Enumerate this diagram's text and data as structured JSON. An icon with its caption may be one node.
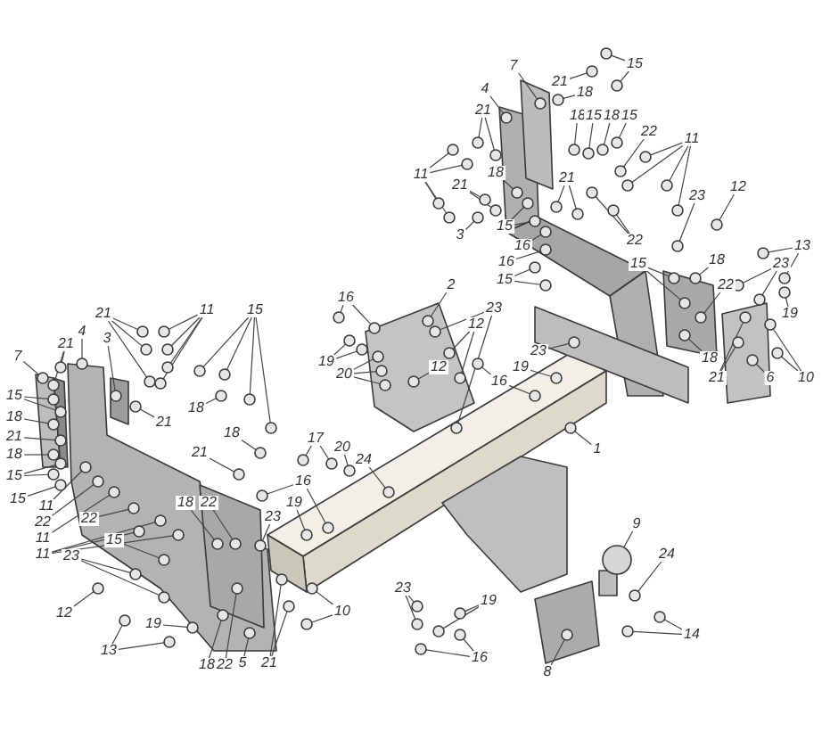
{
  "diagram": {
    "nodes": [
      {
        "text": [
          "7"
        ]
      },
      {
        "text": [
          "21"
        ]
      },
      {
        "text": [
          "21"
        ]
      },
      {
        "text": [
          "4"
        ]
      },
      {
        "text": [
          "3"
        ]
      },
      {
        "text": [
          "11"
        ]
      },
      {
        "text": [
          "15"
        ]
      },
      {
        "text": [
          "15"
        ]
      },
      {
        "text": [
          "18"
        ]
      },
      {
        "text": [
          "21"
        ]
      },
      {
        "text": [
          "18"
        ]
      },
      {
        "text": [
          "18"
        ]
      },
      {
        "text": [
          "21"
        ]
      },
      {
        "text": [
          "18"
        ]
      },
      {
        "text": [
          "21"
        ]
      },
      {
        "text": [
          "15"
        ]
      },
      {
        "text": [
          "15"
        ]
      },
      {
        "text": [
          "11"
        ]
      },
      {
        "text": [
          "22"
        ]
      },
      {
        "text": [
          "11"
        ]
      },
      {
        "text": [
          "22"
        ]
      },
      {
        "text": [
          "11"
        ]
      },
      {
        "text": [
          "18"
        ]
      },
      {
        "text": [
          "22"
        ]
      },
      {
        "text": [
          "16"
        ]
      },
      {
        "text": [
          "19"
        ]
      },
      {
        "text": [
          "23"
        ]
      },
      {
        "text": [
          "15"
        ]
      },
      {
        "text": [
          "23"
        ]
      },
      {
        "text": [
          "12"
        ]
      },
      {
        "text": [
          "19"
        ]
      },
      {
        "text": [
          "13"
        ]
      },
      {
        "text": [
          "18"
        ]
      },
      {
        "text": [
          "22"
        ]
      },
      {
        "text": [
          "5"
        ]
      },
      {
        "text": [
          "21"
        ]
      },
      {
        "text": [
          "10"
        ]
      },
      {
        "text": [
          "16"
        ]
      },
      {
        "text": [
          "19"
        ]
      },
      {
        "text": [
          "20"
        ]
      },
      {
        "text": [
          "2"
        ]
      },
      {
        "text": [
          "23"
        ]
      },
      {
        "text": [
          "12"
        ]
      },
      {
        "text": [
          "12"
        ]
      },
      {
        "text": [
          "17"
        ]
      },
      {
        "text": [
          "20"
        ]
      },
      {
        "text": [
          "24"
        ]
      },
      {
        "text": [
          "16"
        ]
      },
      {
        "text": [
          "19"
        ]
      },
      {
        "text": [
          "23"
        ]
      },
      {
        "text": [
          "1"
        ]
      },
      {
        "text": [
          "23"
        ]
      },
      {
        "text": [
          "19"
        ]
      },
      {
        "text": [
          "16"
        ]
      },
      {
        "text": [
          "9"
        ]
      },
      {
        "text": [
          "24"
        ]
      },
      {
        "text": [
          "14"
        ]
      },
      {
        "text": [
          "8"
        ]
      },
      {
        "text": [
          "7"
        ]
      },
      {
        "text": [
          "21"
        ]
      },
      {
        "text": [
          "18"
        ]
      },
      {
        "text": [
          "15"
        ]
      },
      {
        "text": [
          "4"
        ]
      },
      {
        "text": [
          "21"
        ]
      },
      {
        "text": [
          "11"
        ]
      },
      {
        "text": [
          "18"
        ]
      },
      {
        "text": [
          "15"
        ]
      },
      {
        "text": [
          "18"
        ]
      },
      {
        "text": [
          "15"
        ]
      },
      {
        "text": [
          "22"
        ]
      },
      {
        "text": [
          "11"
        ]
      },
      {
        "text": [
          "18"
        ]
      },
      {
        "text": [
          "21"
        ]
      },
      {
        "text": [
          "3"
        ]
      },
      {
        "text": [
          "21"
        ]
      },
      {
        "text": [
          "15"
        ]
      },
      {
        "text": [
          "16"
        ]
      },
      {
        "text": [
          "16"
        ]
      },
      {
        "text": [
          "15"
        ]
      },
      {
        "text": [
          "22"
        ]
      },
      {
        "text": [
          "23"
        ]
      },
      {
        "text": [
          "12"
        ]
      },
      {
        "text": [
          "13"
        ]
      },
      {
        "text": [
          "23"
        ]
      },
      {
        "text": [
          "19"
        ]
      },
      {
        "text": [
          "18"
        ]
      },
      {
        "text": [
          "15"
        ]
      },
      {
        "text": [
          "22"
        ]
      },
      {
        "text": [
          "18"
        ]
      },
      {
        "text": [
          "21"
        ]
      },
      {
        "text": [
          "6"
        ]
      },
      {
        "text": [
          "10"
        ]
      },
      {
        "text": [],
        "shape": "circle"
      },
      {
        "text": [],
        "shape": "circle"
      },
      {
        "text": [],
        "shape": "circle"
      },
      {
        "text": [],
        "shape": "circle"
      },
      {
        "text": [],
        "shape": "circle"
      },
      {
        "text": [],
        "shape": "circle"
      },
      {
        "text": [],
        "shape": "circle"
      },
      {
        "text": [],
        "shape": "circle"
      },
      {
        "text": [],
        "shape": "circle"
      },
      {
        "text": [],
        "shape": "circle"
      },
      {
        "text": [],
        "shape": "circle"
      },
      {
        "text": [],
        "shape": "circle"
      },
      {
        "text": [],
        "shape": "circle"
      },
      {
        "text": [],
        "shape": "circle"
      },
      {
        "text": [],
        "shape": "circle"
      },
      {
        "text": [],
        "shape": "circle"
      },
      {
        "text": [],
        "shape": "circle"
      },
      {
        "text": [],
        "shape": "circle"
      },
      {
        "text": [],
        "shape": "circle"
      },
      {
        "text": [],
        "shape": "circle"
      },
      {
        "text": [],
        "shape": "circle"
      },
      {
        "text": [],
        "shape": "circle"
      },
      {
        "text": [],
        "shape": "circle"
      },
      {
        "text": [],
        "shape": "circle"
      },
      {
        "text": [],
        "shape": "circle"
      },
      {
        "text": [],
        "shape": "circle"
      },
      {
        "text": [],
        "shape": "circle"
      },
      {
        "text": [],
        "shape": "circle"
      },
      {
        "text": [],
        "shape": "circle"
      },
      {
        "text": [],
        "shape": "circle"
      },
      {
        "text": [],
        "shape": "circle"
      },
      {
        "text": [],
        "shape": "circle"
      },
      {
        "text": [],
        "shape": "circle"
      },
      {
        "text": [],
        "shape": "circle"
      },
      {
        "text": [],
        "shape": "circle"
      },
      {
        "text": [],
        "shape": "circle"
      },
      {
        "text": [],
        "shape": "circle"
      },
      {
        "text": [],
        "shape": "circle"
      },
      {
        "text": [],
        "shape": "circle"
      },
      {
        "text": [],
        "shape": "circle"
      },
      {
        "text": [],
        "shape": "circle"
      },
      {
        "text": [],
        "shape": "circle"
      },
      {
        "text": [],
        "shape": "circle"
      },
      {
        "text": [],
        "shape": "circle"
      },
      {
        "text": [],
        "shape": "circle"
      },
      {
        "text": [],
        "shape": "circle"
      },
      {
        "text": [],
        "shape": "circle"
      },
      {
        "text": [],
        "shape": "circle"
      },
      {
        "text": [],
        "shape": "circle"
      },
      {
        "text": [],
        "shape": "circle"
      },
      {
        "text": [],
        "shape": "circle"
      },
      {
        "text": [],
        "shape": "circle"
      },
      {
        "text": [],
        "shape": "circle"
      },
      {
        "text": [],
        "shape": "circle"
      },
      {
        "text": [],
        "shape": "circle"
      },
      {
        "text": [],
        "shape": "circle"
      },
      {
        "text": [],
        "shape": "circle"
      },
      {
        "text": [],
        "shape": "circle"
      },
      {
        "text": [],
        "shape": "circle"
      },
      {
        "text": [],
        "shape": "circle"
      },
      {
        "text": [],
        "shape": "circle"
      },
      {
        "text": [],
        "shape": "circle"
      },
      {
        "text": [],
        "shape": "circle"
      },
      {
        "text": [],
        "shape": "circle"
      },
      {
        "text": [],
        "shape": "circle"
      },
      {
        "text": [],
        "shape": "circle"
      },
      {
        "text": [],
        "shape": "circle"
      },
      {
        "text": [],
        "shape": "circle"
      },
      {
        "text": [],
        "shape": "circle"
      },
      {
        "text": [],
        "shape": "circle"
      },
      {
        "text": [],
        "shape": "circle"
      },
      {
        "text": [],
        "shape": "circle"
      },
      {
        "text": [],
        "shape": "circle"
      },
      {
        "text": [],
        "shape": "circle"
      },
      {
        "text": [],
        "shape": "circle"
      },
      {
        "text": [],
        "shape": "circle"
      },
      {
        "text": [],
        "shape": "circle"
      },
      {
        "text": [],
        "shape": "circle"
      },
      {
        "text": [],
        "shape": "circle"
      },
      {
        "text": [],
        "shape": "circle"
      },
      {
        "text": [],
        "shape": "circle"
      },
      {
        "text": [],
        "shape": "circle"
      },
      {
        "text": [],
        "shape": "circle"
      },
      {
        "text": [],
        "shape": "circle"
      },
      {
        "text": [],
        "shape": "circle"
      },
      {
        "text": [],
        "shape": "circle"
      },
      {
        "text": [],
        "shape": "circle"
      },
      {
        "text": [],
        "shape": "circle"
      },
      {
        "text": [],
        "shape": "circle"
      },
      {
        "text": [],
        "shape": "circle"
      },
      {
        "text": [],
        "shape": "circle"
      },
      {
        "text": [],
        "shape": "circle"
      },
      {
        "text": [],
        "shape": "circle"
      },
      {
        "text": [],
        "shape": "circle"
      },
      {
        "text": [],
        "shape": "circle"
      },
      {
        "text": [],
        "shape": "circle"
      },
      {
        "text": [],
        "shape": "circle"
      },
      {
        "text": [],
        "shape": "circle"
      },
      {
        "text": [],
        "shape": "circle"
      },
      {
        "text": [],
        "shape": "circle"
      },
      {
        "text": [],
        "shape": "circle"
      },
      {
        "text": [],
        "shape": "circle"
      },
      {
        "text": [],
        "shape": "circle"
      },
      {
        "text": [],
        "shape": "circle"
      },
      {
        "text": [],
        "shape": "circle"
      },
      {
        "text": [],
        "shape": "circle"
      },
      {
        "text": [],
        "shape": "circle"
      },
      {
        "text": [],
        "shape": "circle"
      },
      {
        "text": [],
        "shape": "circle"
      },
      {
        "text": [],
        "shape": "circle"
      },
      {
        "text": [],
        "shape": "circle"
      },
      {
        "text": [],
        "shape": "circle"
      },
      {
        "text": [],
        "shape": "circle"
      },
      {
        "text": [],
        "shape": "circle"
      },
      {
        "text": [],
        "shape": "circle"
      },
      {
        "text": [],
        "shape": "circle"
      },
      {
        "text": [],
        "shape": "circle"
      },
      {
        "text": [],
        "shape": "circle"
      },
      {
        "text": [],
        "shape": "circle"
      },
      {
        "text": [],
        "shape": "circle"
      },
      {
        "text": [],
        "shape": "circle"
      },
      {
        "text": [],
        "shape": "circle"
      },
      {
        "text": [],
        "shape": "circle"
      },
      {
        "text": [],
        "shape": "circle"
      },
      {
        "text": [],
        "shape": "circle"
      },
      {
        "text": [],
        "shape": "circle"
      },
      {
        "text": [],
        "shape": "circle"
      },
      {
        "text": [],
        "shape": "circle"
      },
      {
        "text": [],
        "shape": "circle"
      },
      {
        "text": [],
        "shape": "circle"
      },
      {
        "text": [],
        "shape": "circle"
      },
      {
        "text": [],
        "shape": "circle"
      },
      {
        "text": [],
        "shape": "circle"
      },
      {
        "text": [],
        "shape": "circle"
      },
      {
        "text": [],
        "shape": "circle"
      },
      {
        "text": [],
        "shape": "circle"
      },
      {
        "text": [],
        "shape": "circle"
      },
      {
        "text": [],
        "shape": "circle"
      },
      {
        "text": [],
        "shape": "circle"
      },
      {
        "text": [],
        "shape": "circle"
      }
    ],
    "edges": [
      {
        "from": 0,
        "to": 92,
        "arrow": "none"
      },
      {
        "from": 1,
        "to": 93,
        "arrow": "none"
      },
      {
        "from": 1,
        "to": 94,
        "arrow": "none"
      },
      {
        "from": 2,
        "to": 95,
        "arrow": "none"
      },
      {
        "from": 2,
        "to": 96,
        "arrow": "none"
      },
      {
        "from": 2,
        "to": 97,
        "arrow": "none"
      },
      {
        "from": 3,
        "to": 98,
        "arrow": "none"
      },
      {
        "from": 4,
        "to": 99,
        "arrow": "none"
      },
      {
        "from": 5,
        "to": 100,
        "arrow": "none"
      },
      {
        "from": 5,
        "to": 101,
        "arrow": "none"
      },
      {
        "from": 5,
        "to": 102,
        "arrow": "none"
      },
      {
        "from": 5,
        "to": 103,
        "arrow": "none"
      },
      {
        "from": 6,
        "to": 104,
        "arrow": "none"
      },
      {
        "from": 6,
        "to": 105,
        "arrow": "none"
      },
      {
        "from": 6,
        "to": 106,
        "arrow": "none"
      },
      {
        "from": 6,
        "to": 107,
        "arrow": "none"
      },
      {
        "from": 7,
        "to": 108,
        "arrow": "none"
      },
      {
        "from": 7,
        "to": 109,
        "arrow": "none"
      },
      {
        "from": 8,
        "to": 110,
        "arrow": "none"
      },
      {
        "from": 9,
        "to": 111,
        "arrow": "none"
      },
      {
        "from": 10,
        "to": 112,
        "arrow": "none"
      },
      {
        "from": 11,
        "to": 113,
        "arrow": "none"
      },
      {
        "from": 12,
        "to": 114,
        "arrow": "none"
      },
      {
        "from": 13,
        "to": 115,
        "arrow": "none"
      },
      {
        "from": 14,
        "to": 116,
        "arrow": "none"
      },
      {
        "from": 15,
        "to": 117,
        "arrow": "none"
      },
      {
        "from": 15,
        "to": 118,
        "arrow": "none"
      },
      {
        "from": 16,
        "to": 119,
        "arrow": "none"
      },
      {
        "from": 17,
        "to": 120,
        "arrow": "none"
      },
      {
        "from": 18,
        "to": 121,
        "arrow": "none"
      },
      {
        "from": 19,
        "to": 122,
        "arrow": "none"
      },
      {
        "from": 20,
        "to": 123,
        "arrow": "none"
      },
      {
        "from": 21,
        "to": 124,
        "arrow": "none"
      },
      {
        "from": 21,
        "to": 125,
        "arrow": "none"
      },
      {
        "from": 21,
        "to": 126,
        "arrow": "none"
      },
      {
        "from": 22,
        "to": 127,
        "arrow": "none"
      },
      {
        "from": 23,
        "to": 128,
        "arrow": "none"
      },
      {
        "from": 24,
        "to": 129,
        "arrow": "none"
      },
      {
        "from": 24,
        "to": 130,
        "arrow": "none"
      },
      {
        "from": 25,
        "to": 131,
        "arrow": "none"
      },
      {
        "from": 26,
        "to": 132,
        "arrow": "none"
      },
      {
        "from": 27,
        "to": 133,
        "arrow": "none"
      },
      {
        "from": 28,
        "to": 134,
        "arrow": "none"
      },
      {
        "from": 28,
        "to": 135,
        "arrow": "none"
      },
      {
        "from": 29,
        "to": 136,
        "arrow": "none"
      },
      {
        "from": 30,
        "to": 137,
        "arrow": "none"
      },
      {
        "from": 31,
        "to": 138,
        "arrow": "none"
      },
      {
        "from": 31,
        "to": 139,
        "arrow": "none"
      },
      {
        "from": 32,
        "to": 140,
        "arrow": "none"
      },
      {
        "from": 33,
        "to": 141,
        "arrow": "none"
      },
      {
        "from": 34,
        "to": 142,
        "arrow": "none"
      },
      {
        "from": 35,
        "to": 143,
        "arrow": "none"
      },
      {
        "from": 35,
        "to": 144,
        "arrow": "none"
      },
      {
        "from": 36,
        "to": 145,
        "arrow": "none"
      },
      {
        "from": 36,
        "to": 146,
        "arrow": "none"
      },
      {
        "from": 37,
        "to": 147,
        "arrow": "none"
      },
      {
        "from": 37,
        "to": 148,
        "arrow": "none"
      },
      {
        "from": 38,
        "to": 149,
        "arrow": "none"
      },
      {
        "from": 38,
        "to": 150,
        "arrow": "none"
      },
      {
        "from": 39,
        "to": 151,
        "arrow": "none"
      },
      {
        "from": 39,
        "to": 152,
        "arrow": "none"
      },
      {
        "from": 39,
        "to": 153,
        "arrow": "none"
      },
      {
        "from": 40,
        "to": 154,
        "arrow": "none"
      },
      {
        "from": 41,
        "to": 155,
        "arrow": "none"
      },
      {
        "from": 41,
        "to": 156,
        "arrow": "none"
      },
      {
        "from": 42,
        "to": 157,
        "arrow": "none"
      },
      {
        "from": 42,
        "to": 158,
        "arrow": "none"
      },
      {
        "from": 43,
        "to": 159,
        "arrow": "none"
      },
      {
        "from": 44,
        "to": 160,
        "arrow": "none"
      },
      {
        "from": 44,
        "to": 161,
        "arrow": "none"
      },
      {
        "from": 45,
        "to": 162,
        "arrow": "none"
      },
      {
        "from": 46,
        "to": 163,
        "arrow": "none"
      },
      {
        "from": 47,
        "to": 164,
        "arrow": "none"
      },
      {
        "from": 47,
        "to": 165,
        "arrow": "none"
      },
      {
        "from": 48,
        "to": 166,
        "arrow": "none"
      },
      {
        "from": 49,
        "to": 167,
        "arrow": "none"
      },
      {
        "from": 50,
        "to": 168,
        "arrow": "none"
      },
      {
        "from": 51,
        "to": 169,
        "arrow": "none"
      },
      {
        "from": 51,
        "to": 170,
        "arrow": "none"
      },
      {
        "from": 52,
        "to": 171,
        "arrow": "none"
      },
      {
        "from": 52,
        "to": 172,
        "arrow": "none"
      },
      {
        "from": 53,
        "to": 173,
        "arrow": "none"
      },
      {
        "from": 53,
        "to": 174,
        "arrow": "none"
      },
      {
        "from": 54,
        "to": 175,
        "arrow": "none"
      },
      {
        "from": 55,
        "to": 176,
        "arrow": "none"
      },
      {
        "from": 56,
        "to": 177,
        "arrow": "none"
      },
      {
        "from": 56,
        "to": 178,
        "arrow": "none"
      },
      {
        "from": 57,
        "to": 179,
        "arrow": "none"
      },
      {
        "from": 58,
        "to": 180,
        "arrow": "none"
      },
      {
        "from": 59,
        "to": 181,
        "arrow": "none"
      },
      {
        "from": 60,
        "to": 182,
        "arrow": "none"
      },
      {
        "from": 61,
        "to": 183,
        "arrow": "none"
      },
      {
        "from": 61,
        "to": 184,
        "arrow": "none"
      },
      {
        "from": 62,
        "to": 185,
        "arrow": "none"
      },
      {
        "from": 63,
        "to": 186,
        "arrow": "none"
      },
      {
        "from": 63,
        "to": 187,
        "arrow": "none"
      },
      {
        "from": 64,
        "to": 188,
        "arrow": "none"
      },
      {
        "from": 64,
        "to": 189,
        "arrow": "none"
      },
      {
        "from": 64,
        "to": 190,
        "arrow": "none"
      },
      {
        "from": 64,
        "to": 191,
        "arrow": "none"
      },
      {
        "from": 65,
        "to": 192,
        "arrow": "none"
      },
      {
        "from": 66,
        "to": 193,
        "arrow": "none"
      },
      {
        "from": 67,
        "to": 194,
        "arrow": "none"
      },
      {
        "from": 68,
        "to": 195,
        "arrow": "none"
      },
      {
        "from": 69,
        "to": 196,
        "arrow": "none"
      },
      {
        "from": 70,
        "to": 197,
        "arrow": "none"
      },
      {
        "from": 70,
        "to": 198,
        "arrow": "none"
      },
      {
        "from": 70,
        "to": 199,
        "arrow": "none"
      },
      {
        "from": 70,
        "to": 200,
        "arrow": "none"
      },
      {
        "from": 71,
        "to": 201,
        "arrow": "none"
      },
      {
        "from": 72,
        "to": 202,
        "arrow": "none"
      },
      {
        "from": 72,
        "to": 203,
        "arrow": "none"
      },
      {
        "from": 73,
        "to": 204,
        "arrow": "none"
      },
      {
        "from": 74,
        "to": 205,
        "arrow": "none"
      },
      {
        "from": 74,
        "to": 206,
        "arrow": "none"
      },
      {
        "from": 75,
        "to": 207,
        "arrow": "none"
      },
      {
        "from": 75,
        "to": 208,
        "arrow": "none"
      },
      {
        "from": 76,
        "to": 209,
        "arrow": "none"
      },
      {
        "from": 77,
        "to": 210,
        "arrow": "none"
      },
      {
        "from": 78,
        "to": 211,
        "arrow": "none"
      },
      {
        "from": 78,
        "to": 212,
        "arrow": "none"
      },
      {
        "from": 79,
        "to": 213,
        "arrow": "none"
      },
      {
        "from": 79,
        "to": 214,
        "arrow": "none"
      },
      {
        "from": 80,
        "to": 215,
        "arrow": "none"
      },
      {
        "from": 81,
        "to": 216,
        "arrow": "none"
      },
      {
        "from": 82,
        "to": 217,
        "arrow": "none"
      },
      {
        "from": 82,
        "to": 218,
        "arrow": "none"
      },
      {
        "from": 83,
        "to": 219,
        "arrow": "none"
      },
      {
        "from": 83,
        "to": 220,
        "arrow": "none"
      },
      {
        "from": 84,
        "to": 221,
        "arrow": "none"
      },
      {
        "from": 85,
        "to": 222,
        "arrow": "none"
      },
      {
        "from": 86,
        "to": 223,
        "arrow": "none"
      },
      {
        "from": 86,
        "to": 224,
        "arrow": "none"
      },
      {
        "from": 87,
        "to": 225,
        "arrow": "none"
      },
      {
        "from": 88,
        "to": 226,
        "arrow": "none"
      },
      {
        "from": 89,
        "to": 227,
        "arrow": "none"
      },
      {
        "from": 89,
        "to": 228,
        "arrow": "none"
      },
      {
        "from": 90,
        "to": 229,
        "arrow": "none"
      },
      {
        "from": 91,
        "to": 230,
        "arrow": "none"
      },
      {
        "from": 91,
        "to": 231,
        "arrow": "none"
      }
    ]
  }
}
